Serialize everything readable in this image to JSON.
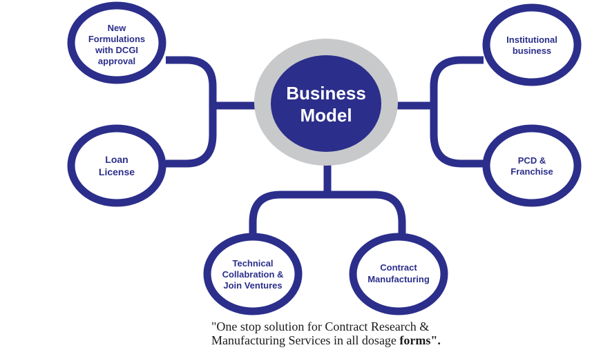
{
  "colors": {
    "primary": "#2b2e8a",
    "halo": "#c8c9cb",
    "background": "#ffffff"
  },
  "center": {
    "line1": "Business",
    "line2": "Model"
  },
  "nodes": {
    "new_formulations": [
      "New",
      "Formulations",
      "with DCGI",
      "approval"
    ],
    "loan_license": [
      "Loan",
      "License"
    ],
    "institutional": [
      "Institutional",
      "business"
    ],
    "pcd_franchise": [
      "PCD &",
      "Franchise"
    ],
    "technical": [
      "Technical",
      "Collabration &",
      "Join Ventures"
    ],
    "contract": [
      "Contract",
      "Manufacturing"
    ]
  },
  "tagline": {
    "line1": "\"One stop solution for Contract Research &",
    "line2_main": "Manufacturing Services in all dosage ",
    "line2_bold": "forms\"."
  }
}
